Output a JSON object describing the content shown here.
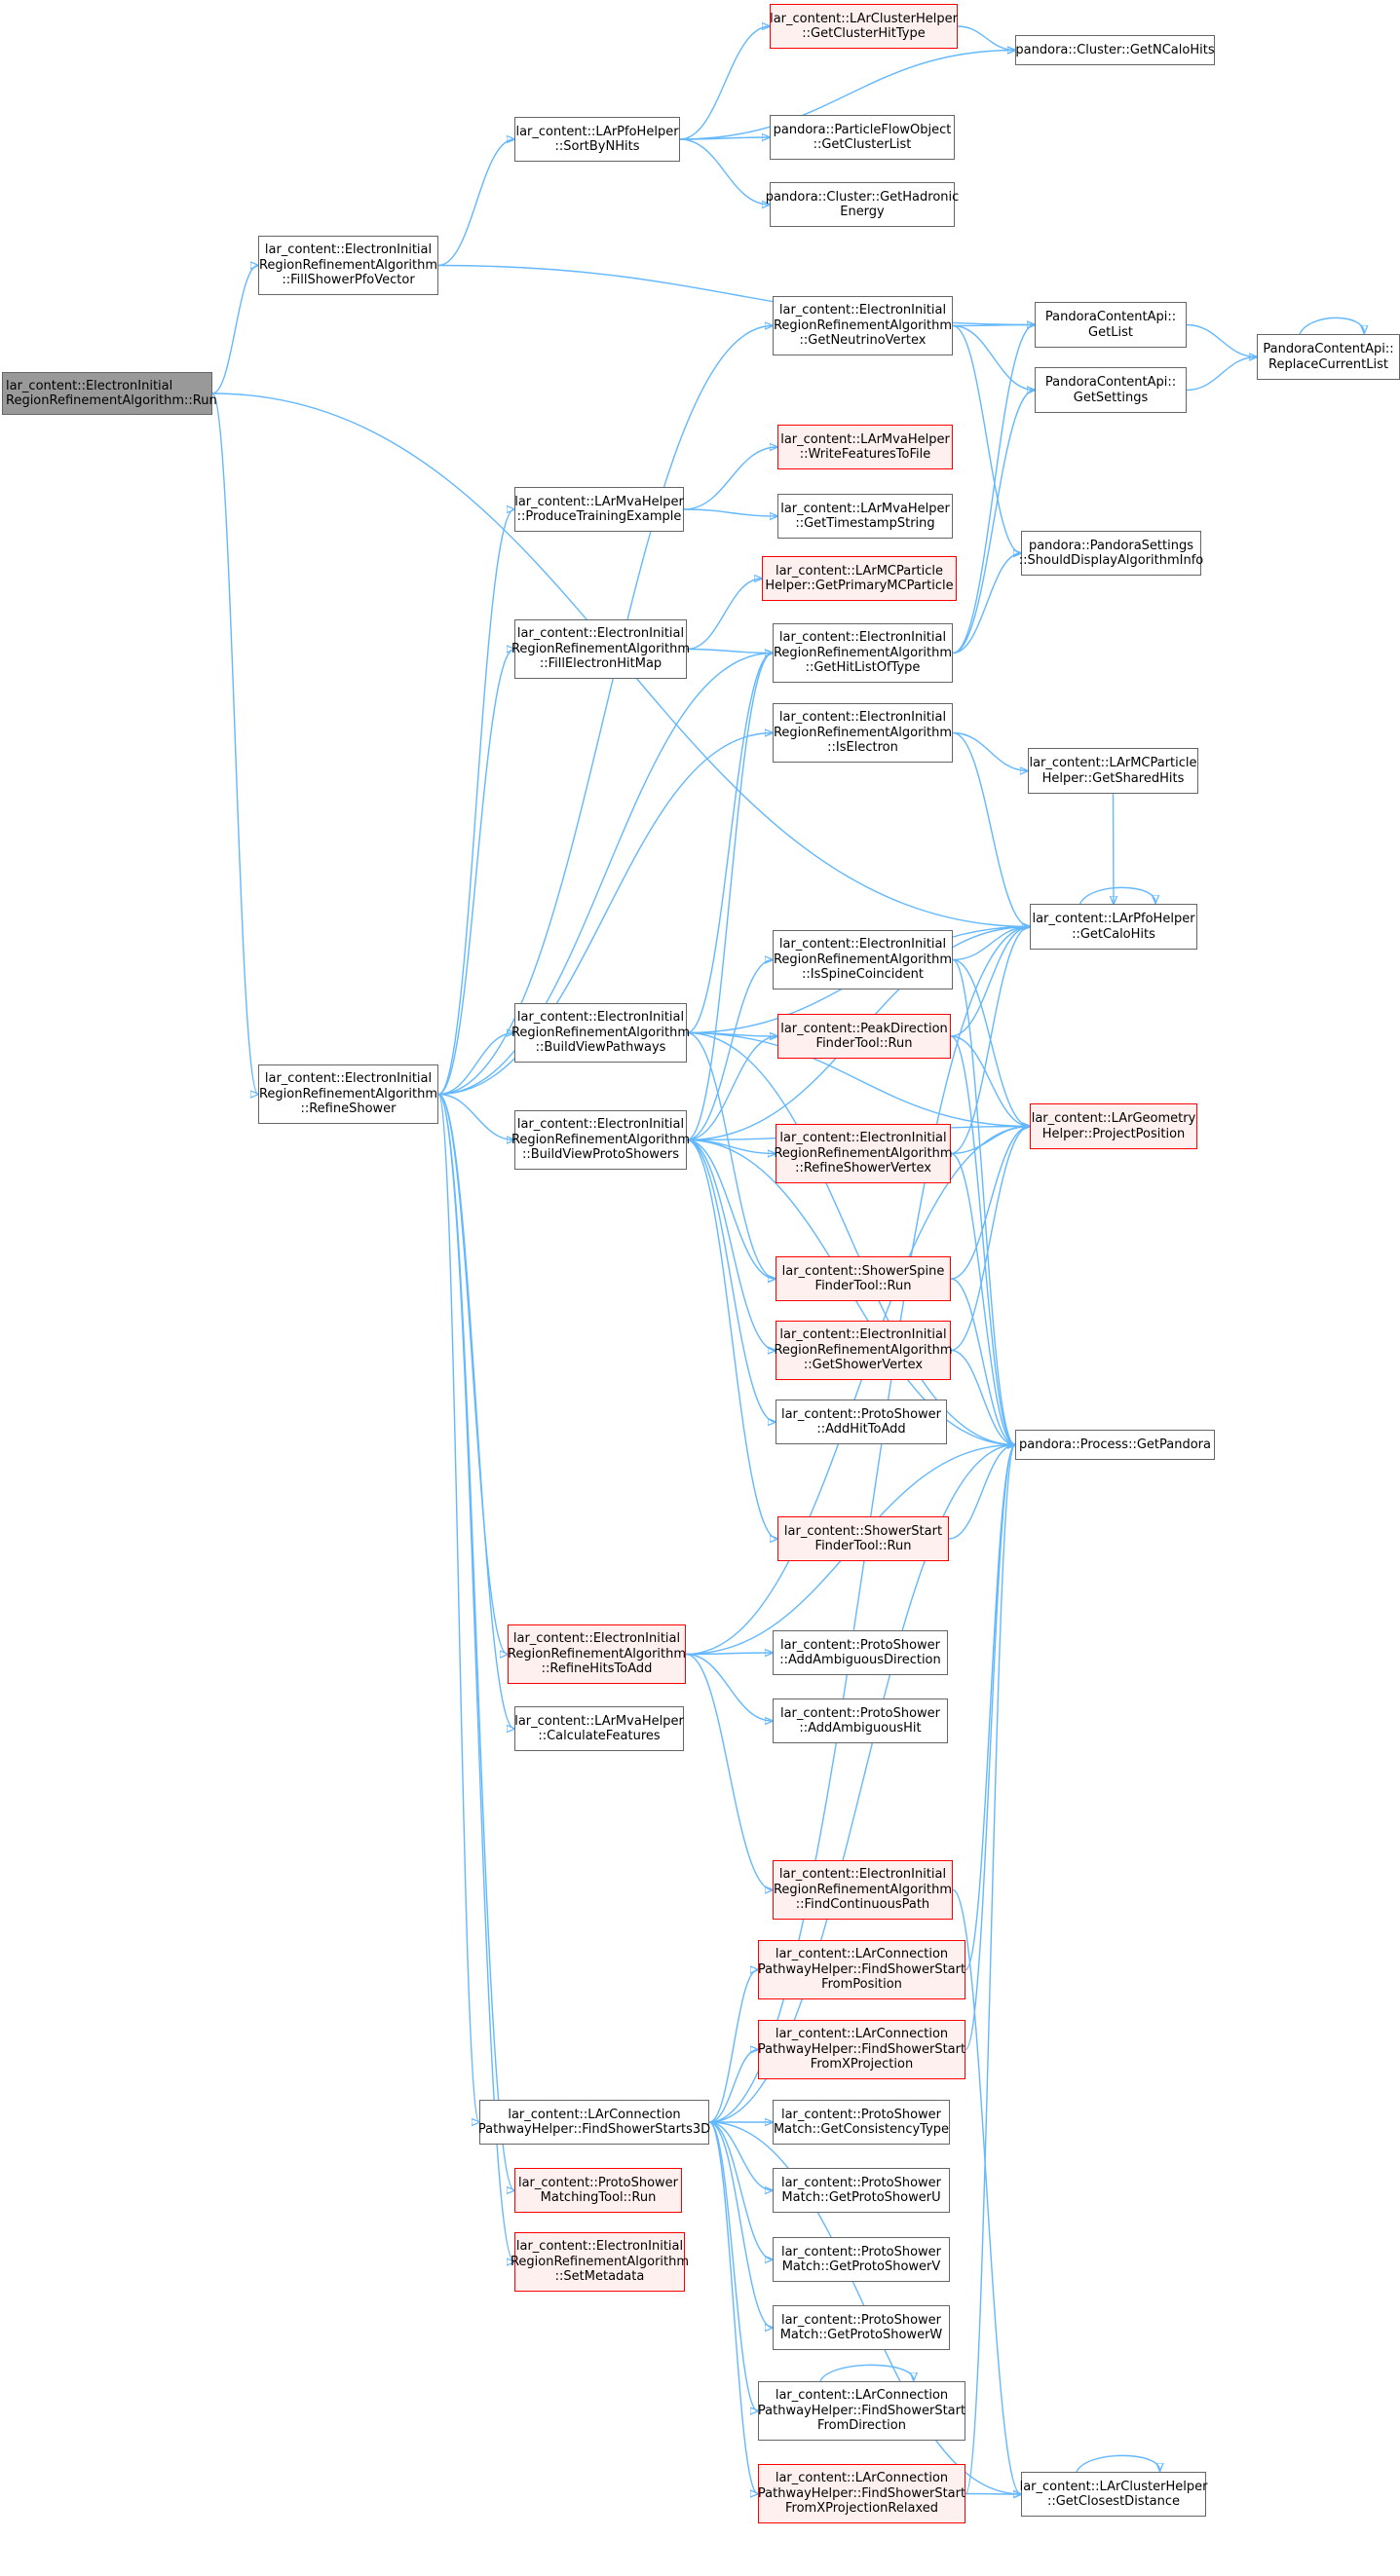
{
  "graph": {
    "edge_color": "#63b8ff",
    "node_border": "#666666",
    "highlight_border": "#ff0000",
    "highlight_fill": "#fff0f0",
    "root_fill": "#999999",
    "nodes": [
      {
        "id": "run",
        "lines": [
          "lar_content::ElectronInitial",
          "RegionRefinementAlgorithm::Run"
        ],
        "style": "root"
      },
      {
        "id": "fillShower",
        "lines": [
          "lar_content::ElectronInitial",
          "RegionRefinementAlgorithm",
          "::FillShowerPfoVector"
        ],
        "style": "normal"
      },
      {
        "id": "refineShower",
        "lines": [
          "lar_content::ElectronInitial",
          "RegionRefinementAlgorithm",
          "::RefineShower"
        ],
        "style": "normal"
      },
      {
        "id": "sortByNHits",
        "lines": [
          "lar_content::LArPfoHelper",
          "::SortByNHits"
        ],
        "style": "normal"
      },
      {
        "id": "getClusterHitType",
        "lines": [
          "lar_content::LArClusterHelper",
          "::GetClusterHitType"
        ],
        "style": "red"
      },
      {
        "id": "getNCaloHits",
        "lines": [
          "pandora::Cluster::GetNCaloHits"
        ],
        "style": "normal"
      },
      {
        "id": "getClusterList",
        "lines": [
          "pandora::ParticleFlowObject",
          "::GetClusterList"
        ],
        "style": "normal"
      },
      {
        "id": "getHadronicEnergy",
        "lines": [
          "pandora::Cluster::GetHadronic",
          "Energy"
        ],
        "style": "normal"
      },
      {
        "id": "getNeutrinoVertex",
        "lines": [
          "lar_content::ElectronInitial",
          "RegionRefinementAlgorithm",
          "::GetNeutrinoVertex"
        ],
        "style": "normal"
      },
      {
        "id": "getList",
        "lines": [
          "PandoraContentApi::",
          "GetList"
        ],
        "style": "normal"
      },
      {
        "id": "getSettings",
        "lines": [
          "PandoraContentApi::",
          "GetSettings"
        ],
        "style": "normal"
      },
      {
        "id": "replaceCurrentList",
        "lines": [
          "PandoraContentApi::",
          "ReplaceCurrentList"
        ],
        "style": "normal"
      },
      {
        "id": "produceTraining",
        "lines": [
          "lar_content::LArMvaHelper",
          "::ProduceTrainingExample"
        ],
        "style": "normal"
      },
      {
        "id": "writeFeatures",
        "lines": [
          "lar_content::LArMvaHelper",
          "::WriteFeaturesToFile"
        ],
        "style": "red"
      },
      {
        "id": "getTimestamp",
        "lines": [
          "lar_content::LArMvaHelper",
          "::GetTimestampString"
        ],
        "style": "normal"
      },
      {
        "id": "shouldDisplay",
        "lines": [
          "pandora::PandoraSettings",
          "::ShouldDisplayAlgorithmInfo"
        ],
        "style": "normal"
      },
      {
        "id": "getPrimaryMC",
        "lines": [
          "lar_content::LArMCParticle",
          "Helper::GetPrimaryMCParticle"
        ],
        "style": "red"
      },
      {
        "id": "fillElectronHitMap",
        "lines": [
          "lar_content::ElectronInitial",
          "RegionRefinementAlgorithm",
          "::FillElectronHitMap"
        ],
        "style": "normal"
      },
      {
        "id": "getHitListOfType",
        "lines": [
          "lar_content::ElectronInitial",
          "RegionRefinementAlgorithm",
          "::GetHitListOfType"
        ],
        "style": "normal"
      },
      {
        "id": "isElectron",
        "lines": [
          "lar_content::ElectronInitial",
          "RegionRefinementAlgorithm",
          "::IsElectron"
        ],
        "style": "normal"
      },
      {
        "id": "getSharedHits",
        "lines": [
          "lar_content::LArMCParticle",
          "Helper::GetSharedHits"
        ],
        "style": "normal"
      },
      {
        "id": "isSpineCoincident",
        "lines": [
          "lar_content::ElectronInitial",
          "RegionRefinementAlgorithm",
          "::IsSpineCoincident"
        ],
        "style": "normal"
      },
      {
        "id": "getCaloHits",
        "lines": [
          "lar_content::LArPfoHelper",
          "::GetCaloHits"
        ],
        "style": "normal"
      },
      {
        "id": "buildViewPathways",
        "lines": [
          "lar_content::ElectronInitial",
          "RegionRefinementAlgorithm",
          "::BuildViewPathways"
        ],
        "style": "normal"
      },
      {
        "id": "peakDirection",
        "lines": [
          "lar_content::PeakDirection",
          "FinderTool::Run"
        ],
        "style": "red"
      },
      {
        "id": "buildViewProto",
        "lines": [
          "lar_content::ElectronInitial",
          "RegionRefinementAlgorithm",
          "::BuildViewProtoShowers"
        ],
        "style": "normal"
      },
      {
        "id": "refineShowerVertex",
        "lines": [
          "lar_content::ElectronInitial",
          "RegionRefinementAlgorithm",
          "::RefineShowerVertex"
        ],
        "style": "red"
      },
      {
        "id": "projectPosition",
        "lines": [
          "lar_content::LArGeometry",
          "Helper::ProjectPosition"
        ],
        "style": "red"
      },
      {
        "id": "showerSpine",
        "lines": [
          "lar_content::ShowerSpine",
          "FinderTool::Run"
        ],
        "style": "red"
      },
      {
        "id": "getShowerVertex",
        "lines": [
          "lar_content::ElectronInitial",
          "RegionRefinementAlgorithm",
          "::GetShowerVertex"
        ],
        "style": "red"
      },
      {
        "id": "addHitToAdd",
        "lines": [
          "lar_content::ProtoShower",
          "::AddHitToAdd"
        ],
        "style": "normal"
      },
      {
        "id": "getPandora",
        "lines": [
          "pandora::Process::GetPandora"
        ],
        "style": "normal"
      },
      {
        "id": "showerStartFinder",
        "lines": [
          "lar_content::ShowerStart",
          "FinderTool::Run"
        ],
        "style": "red"
      },
      {
        "id": "refineHitsToAdd",
        "lines": [
          "lar_content::ElectronInitial",
          "RegionRefinementAlgorithm",
          "::RefineHitsToAdd"
        ],
        "style": "red"
      },
      {
        "id": "addAmbigDirection",
        "lines": [
          "lar_content::ProtoShower",
          "::AddAmbiguousDirection"
        ],
        "style": "normal"
      },
      {
        "id": "calcFeatures",
        "lines": [
          "lar_content::LArMvaHelper",
          "::CalculateFeatures"
        ],
        "style": "normal"
      },
      {
        "id": "addAmbigHit",
        "lines": [
          "lar_content::ProtoShower",
          "::AddAmbiguousHit"
        ],
        "style": "normal"
      },
      {
        "id": "findContinuousPath",
        "lines": [
          "lar_content::ElectronInitial",
          "RegionRefinementAlgorithm",
          "::FindContinuousPath"
        ],
        "style": "red"
      },
      {
        "id": "fsFromPosition",
        "lines": [
          "lar_content::LArConnection",
          "PathwayHelper::FindShowerStart",
          "FromPosition"
        ],
        "style": "red"
      },
      {
        "id": "fsFromXProjection",
        "lines": [
          "lar_content::LArConnection",
          "PathwayHelper::FindShowerStart",
          "FromXProjection"
        ],
        "style": "red"
      },
      {
        "id": "findShowerStarts3D",
        "lines": [
          "lar_content::LArConnection",
          "PathwayHelper::FindShowerStarts3D"
        ],
        "style": "normal"
      },
      {
        "id": "getConsistencyType",
        "lines": [
          "lar_content::ProtoShower",
          "Match::GetConsistencyType"
        ],
        "style": "normal"
      },
      {
        "id": "protoShowerMatching",
        "lines": [
          "lar_content::ProtoShower",
          "MatchingTool::Run"
        ],
        "style": "red"
      },
      {
        "id": "getProtoShowerU",
        "lines": [
          "lar_content::ProtoShower",
          "Match::GetProtoShowerU"
        ],
        "style": "normal"
      },
      {
        "id": "setMetadata",
        "lines": [
          "lar_content::ElectronInitial",
          "RegionRefinementAlgorithm",
          "::SetMetadata"
        ],
        "style": "red"
      },
      {
        "id": "getProtoShowerV",
        "lines": [
          "lar_content::ProtoShower",
          "Match::GetProtoShowerV"
        ],
        "style": "normal"
      },
      {
        "id": "getProtoShowerW",
        "lines": [
          "lar_content::ProtoShower",
          "Match::GetProtoShowerW"
        ],
        "style": "normal"
      },
      {
        "id": "fsFromDirection",
        "lines": [
          "lar_content::LArConnection",
          "PathwayHelper::FindShowerStart",
          "FromDirection"
        ],
        "style": "normal"
      },
      {
        "id": "fsFromXProjRelaxed",
        "lines": [
          "lar_content::LArConnection",
          "PathwayHelper::FindShowerStart",
          "FromXProjectionRelaxed"
        ],
        "style": "red"
      },
      {
        "id": "getClosestDistance",
        "lines": [
          "lar_content::LArClusterHelper",
          "::GetClosestDistance"
        ],
        "style": "normal"
      }
    ]
  }
}
